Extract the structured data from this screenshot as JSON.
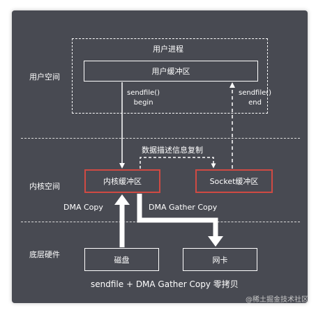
{
  "labels": {
    "user_process": "用户进程",
    "user_space": "用户空间",
    "kernel_space": "内核空间",
    "hardware": "底层硬件",
    "user_buffer": "用户缓冲区",
    "kernel_buffer": "内核缓冲区",
    "socket_buffer": "Socket缓冲区",
    "disk": "磁盘",
    "nic": "网卡",
    "sendfile_begin_1": "sendfile()",
    "sendfile_begin_2": "begin",
    "sendfile_end_1": "sendfile()",
    "sendfile_end_2": "end",
    "descriptor_copy": "数据描述信息复制",
    "dma_copy": "DMA Copy",
    "dma_gather_copy": "DMA Gather Copy",
    "caption": "sendfile + DMA Gather Copy 零拷贝",
    "watermark": "@稀土掘金技术社区"
  },
  "colors": {
    "background": "#484a52",
    "highlight_border": "#d04a43",
    "foreground": "#ffffff"
  }
}
